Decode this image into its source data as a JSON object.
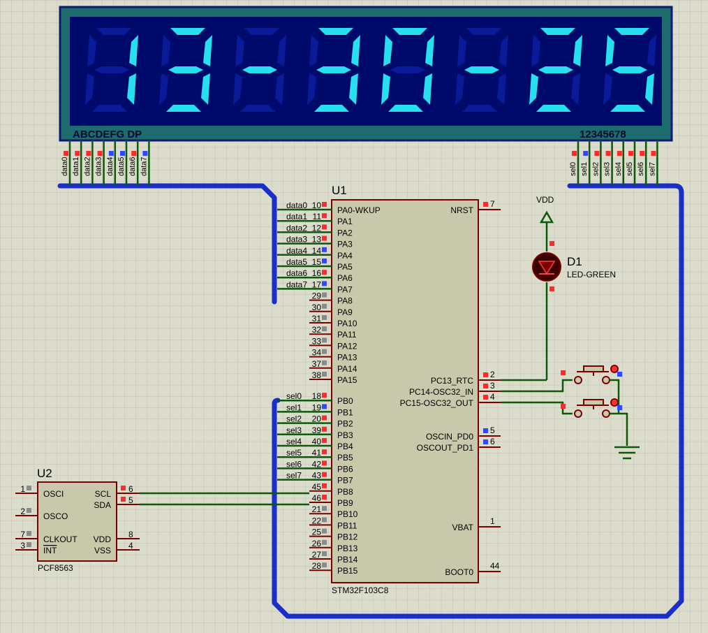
{
  "display": {
    "digits": [
      "1",
      "3",
      "-",
      "3",
      "0",
      "-",
      "2",
      "5"
    ],
    "segment_label": "ABCDEFG DP",
    "digit_label": "12345678",
    "data_pins": [
      "data0",
      "data1",
      "data2",
      "data3",
      "data4",
      "data5",
      "data6",
      "data7"
    ],
    "sel_pins": [
      "sel0",
      "sel1",
      "sel2",
      "sel3",
      "sel4",
      "sel5",
      "sel6",
      "sel7"
    ]
  },
  "u1": {
    "ref": "U1",
    "part": "STM32F103C8",
    "left_pins": [
      {
        "num": "10",
        "name": "PA0-WKUP",
        "net": "data0"
      },
      {
        "num": "11",
        "name": "PA1",
        "net": "data1"
      },
      {
        "num": "12",
        "name": "PA2",
        "net": "data2"
      },
      {
        "num": "13",
        "name": "PA3",
        "net": "data3"
      },
      {
        "num": "14",
        "name": "PA4",
        "net": "data4"
      },
      {
        "num": "15",
        "name": "PA5",
        "net": "data5"
      },
      {
        "num": "16",
        "name": "PA6",
        "net": "data6"
      },
      {
        "num": "17",
        "name": "PA7",
        "net": "data7"
      },
      {
        "num": "29",
        "name": "PA8",
        "net": ""
      },
      {
        "num": "30",
        "name": "PA9",
        "net": ""
      },
      {
        "num": "31",
        "name": "PA10",
        "net": ""
      },
      {
        "num": "32",
        "name": "PA11",
        "net": ""
      },
      {
        "num": "33",
        "name": "PA12",
        "net": ""
      },
      {
        "num": "34",
        "name": "PA13",
        "net": ""
      },
      {
        "num": "37",
        "name": "PA14",
        "net": ""
      },
      {
        "num": "38",
        "name": "PA15",
        "net": ""
      },
      {
        "num": "18",
        "name": "PB0",
        "net": "sel0"
      },
      {
        "num": "19",
        "name": "PB1",
        "net": "sel1"
      },
      {
        "num": "20",
        "name": "PB2",
        "net": "sel2"
      },
      {
        "num": "39",
        "name": "PB3",
        "net": "sel3"
      },
      {
        "num": "40",
        "name": "PB4",
        "net": "sel4"
      },
      {
        "num": "41",
        "name": "PB5",
        "net": "sel5"
      },
      {
        "num": "42",
        "name": "PB6",
        "net": "sel6"
      },
      {
        "num": "43",
        "name": "PB7",
        "net": "sel7"
      },
      {
        "num": "45",
        "name": "PB8",
        "net": ""
      },
      {
        "num": "46",
        "name": "PB9",
        "net": ""
      },
      {
        "num": "21",
        "name": "PB10",
        "net": ""
      },
      {
        "num": "22",
        "name": "PB11",
        "net": ""
      },
      {
        "num": "25",
        "name": "PB12",
        "net": ""
      },
      {
        "num": "26",
        "name": "PB13",
        "net": ""
      },
      {
        "num": "27",
        "name": "PB14",
        "net": ""
      },
      {
        "num": "28",
        "name": "PB15",
        "net": ""
      }
    ],
    "right_pins": [
      {
        "num": "7",
        "name": "NRST"
      },
      {
        "num": "2",
        "name": "PC13_RTC"
      },
      {
        "num": "3",
        "name": "PC14-OSC32_IN"
      },
      {
        "num": "4",
        "name": "PC15-OSC32_OUT"
      },
      {
        "num": "5",
        "name": "OSCIN_PD0"
      },
      {
        "num": "6",
        "name": "OSCOUT_PD1"
      },
      {
        "num": "1",
        "name": "VBAT"
      },
      {
        "num": "44",
        "name": "BOOT0"
      }
    ]
  },
  "u2": {
    "ref": "U2",
    "part": "PCF8563",
    "left_pins": [
      {
        "num": "1",
        "name": "OSCI"
      },
      {
        "num": "2",
        "name": "OSCO"
      },
      {
        "num": "7",
        "name": "CLKOUT"
      },
      {
        "num": "3",
        "name": "INT"
      }
    ],
    "right_pins": [
      {
        "num": "6",
        "name": "SCL"
      },
      {
        "num": "5",
        "name": "SDA"
      },
      {
        "num": "8",
        "name": "VDD"
      },
      {
        "num": "4",
        "name": "VSS"
      }
    ]
  },
  "d1": {
    "ref": "D1",
    "part": "LED-GREEN",
    "supply": "VDD"
  },
  "colors": {
    "background": "#dcdccc",
    "grid": "#c2c2b2",
    "wire": "#0a5a0a",
    "bus": "#1a2fc8",
    "component_outline": "#7a0000",
    "component_fill": "#c8c8aa",
    "display_bezel": "#1e6b6e",
    "display_panel": "#000a6a",
    "segment_on": "#28dff0",
    "segment_off": "#0a1b9a",
    "pin_red": "#ff2b2b",
    "pin_blue": "#3048ff",
    "pin_gray": "#8a8a8a"
  }
}
